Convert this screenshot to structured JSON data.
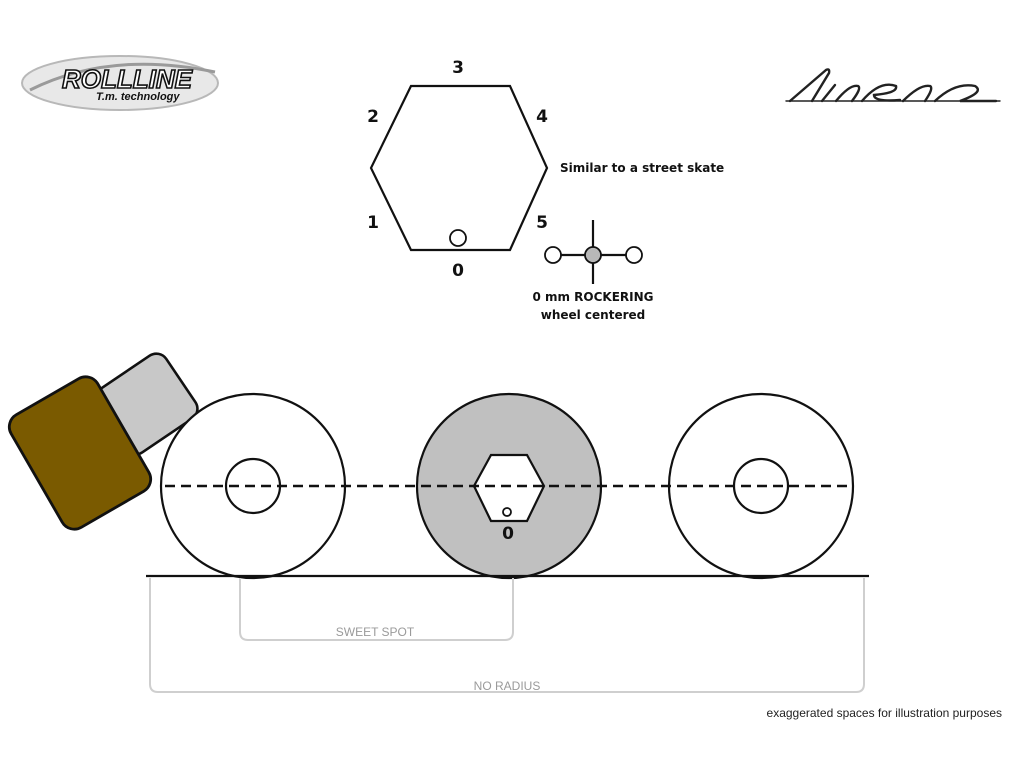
{
  "logos": {
    "rollerline_brand": "ROLLLINE",
    "rollerline_tagline": "T.m. technology",
    "linea_brand": "Linea"
  },
  "hexagon_positions": [
    "0",
    "1",
    "2",
    "3",
    "4",
    "5"
  ],
  "street_note": "Similar to a street skate",
  "rockering": {
    "line1": "0 mm ROCKERING",
    "line2": "wheel centered"
  },
  "center_wheel_position": "0",
  "sweet_spot_label": "SWEET SPOT",
  "no_radius_label": "NO RADIUS",
  "footnote": "exaggerated spaces for illustration purposes",
  "colors": {
    "shoe_brown": "#7a5a00",
    "heel_gray": "#c8c8c8",
    "center_wheel_fill": "#c0c0c0",
    "bracket_gray": "#cfcfcf",
    "label_gray": "#9a9a9a"
  }
}
